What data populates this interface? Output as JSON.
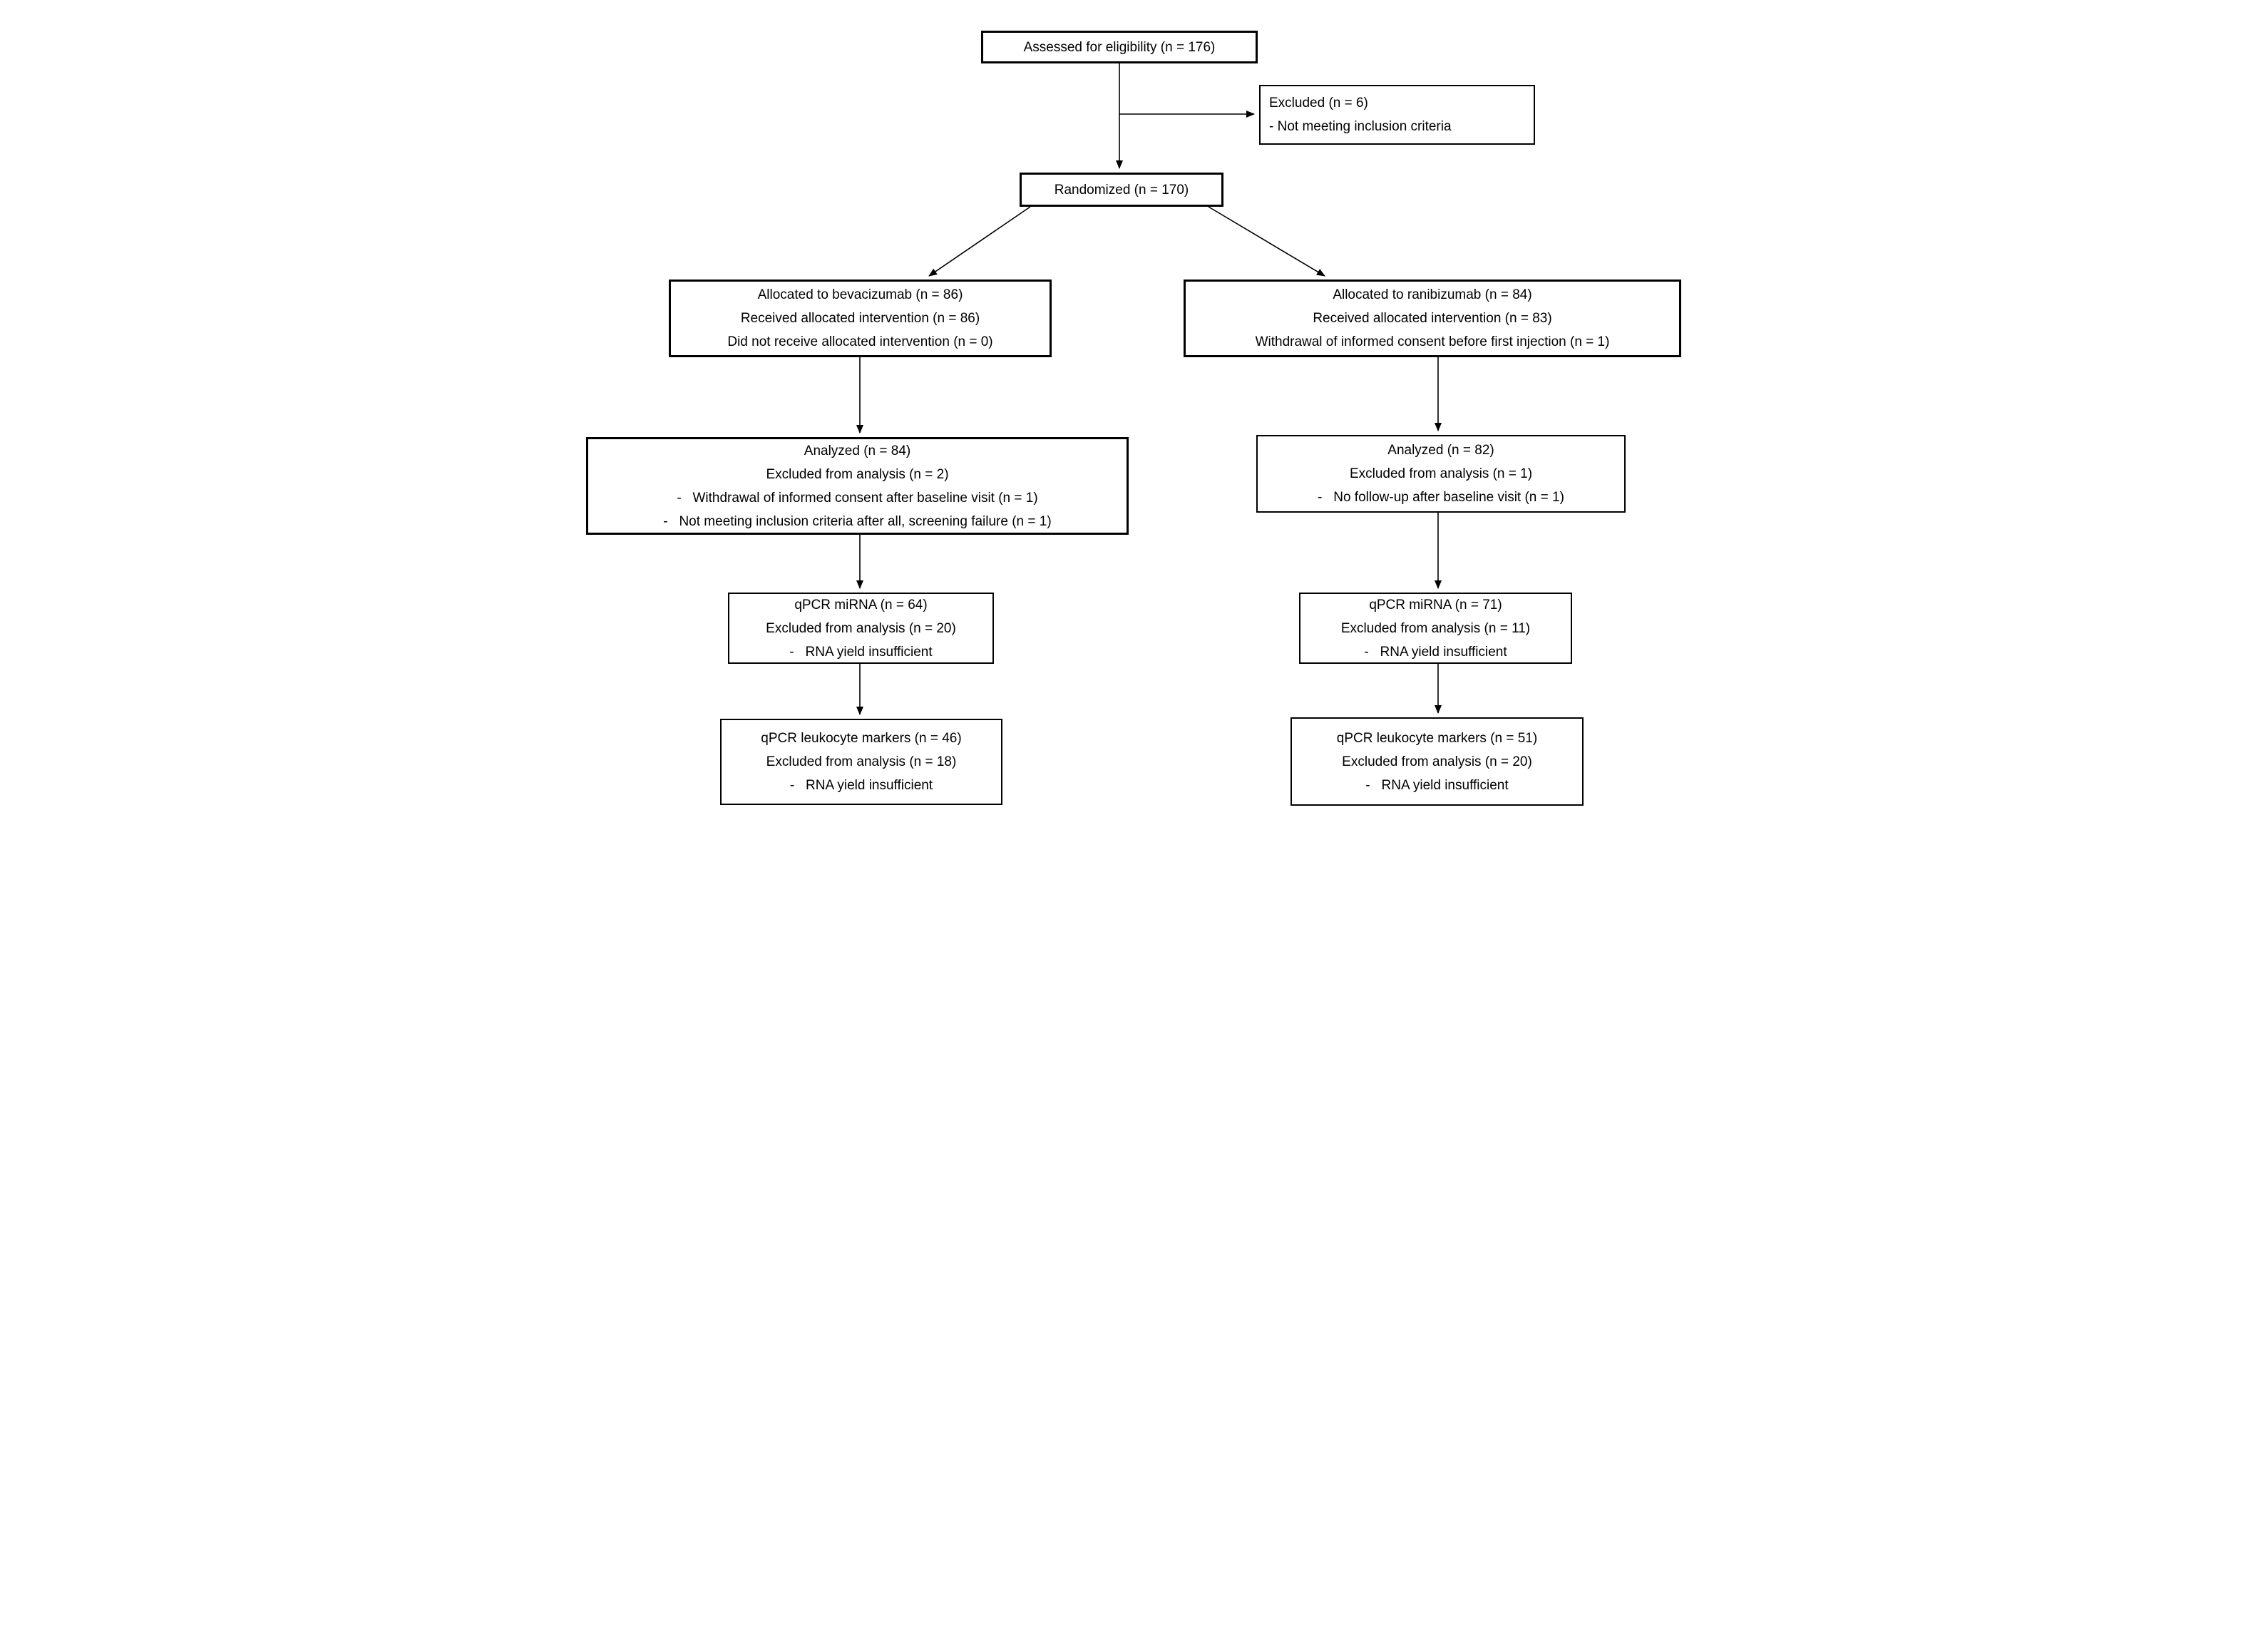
{
  "diagram": {
    "kind": "consort-flow-diagram",
    "colors": {
      "background": "#ffffff",
      "box_border": "#000000",
      "text": "#000000",
      "arrow": "#000000"
    },
    "boxes": {
      "assessed": {
        "lines": [
          "Assessed for eligibility (n = 176)"
        ]
      },
      "excluded": {
        "lines": [
          "Excluded (n = 6)",
          "- Not meeting inclusion criteria"
        ]
      },
      "randomized": {
        "lines": [
          "Randomized (n = 170)"
        ]
      },
      "allocated_bevacizumab": {
        "lines": [
          "Allocated to bevacizumab (n = 86)",
          "Received allocated intervention (n = 86)",
          "Did not receive allocated intervention (n = 0)"
        ]
      },
      "allocated_ranibizumab": {
        "lines": [
          "Allocated to ranibizumab (n = 84)",
          "Received allocated intervention (n = 83)",
          "Withdrawal of informed consent before first injection (n = 1)"
        ]
      },
      "analyzed_bevacizumab": {
        "lines": [
          "Analyzed (n = 84)",
          "Excluded from analysis (n = 2)",
          "-   Withdrawal of informed consent after baseline visit (n = 1)",
          "-   Not meeting inclusion criteria after all, screening failure (n = 1)"
        ]
      },
      "analyzed_ranibizumab": {
        "lines": [
          "Analyzed (n = 82)",
          "Excluded from analysis (n = 1)",
          "-   No follow-up after baseline visit (n = 1)"
        ]
      },
      "qpcr_mirna_bevacizumab": {
        "lines": [
          "qPCR miRNA (n = 64)",
          "Excluded from analysis (n = 20)",
          "-   RNA yield insufficient"
        ]
      },
      "qpcr_mirna_ranibizumab": {
        "lines": [
          "qPCR miRNA (n = 71)",
          "Excluded from analysis (n = 11)",
          "-   RNA yield insufficient"
        ]
      },
      "qpcr_leukocyte_bevacizumab": {
        "lines": [
          "qPCR leukocyte markers (n = 46)",
          "Excluded from analysis (n = 18)",
          "-   RNA yield insufficient"
        ]
      },
      "qpcr_leukocyte_ranibizumab": {
        "lines": [
          "qPCR leukocyte markers (n = 51)",
          "Excluded from analysis (n = 20)",
          "-   RNA yield insufficient"
        ]
      }
    }
  }
}
